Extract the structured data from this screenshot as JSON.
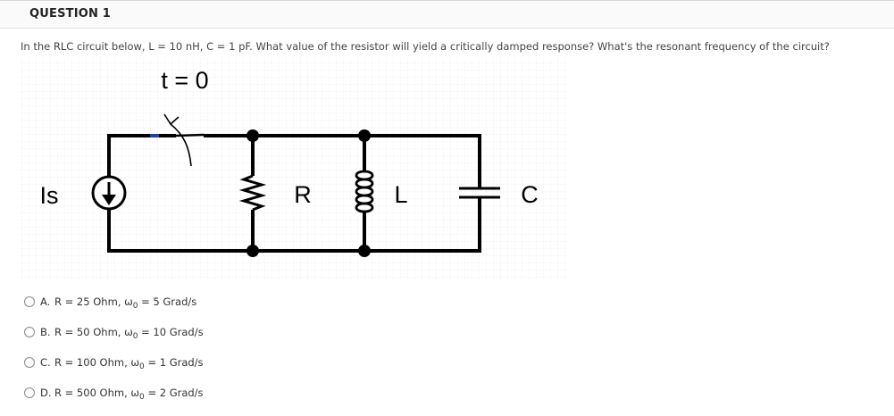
{
  "question": {
    "title": "QUESTION 1",
    "text": "In the RLC circuit below, L = 10 nH, C = 1 pF. What value of the resistor will yield a critically damped response? What's the resonant frequency of the circuit?"
  },
  "circuit": {
    "switch_label": "t = 0",
    "source_label": "Is",
    "resistor_label": "R",
    "inductor_label": "L",
    "capacitor_label": "C",
    "colors": {
      "wire": "#000000",
      "grid": "#d9d9d9",
      "accent_wire": "#1d3fa8"
    }
  },
  "options": [
    {
      "letter": "A.",
      "r_text": "R = 25 Ohm,",
      "omega": "ω",
      "omega_sub": "0",
      "freq_text": "= 5 Grad/s"
    },
    {
      "letter": "B.",
      "r_text": "R = 50 Ohm,",
      "omega": "ω",
      "omega_sub": "0",
      "freq_text": "= 10 Grad/s"
    },
    {
      "letter": "C.",
      "r_text": "R = 100 Ohm,",
      "omega": "ω",
      "omega_sub": "0",
      "freq_text": "= 1 Grad/s"
    },
    {
      "letter": "D.",
      "r_text": "R = 500 Ohm,",
      "omega": "ω",
      "omega_sub": "0",
      "freq_text": "= 2 Grad/s"
    }
  ]
}
